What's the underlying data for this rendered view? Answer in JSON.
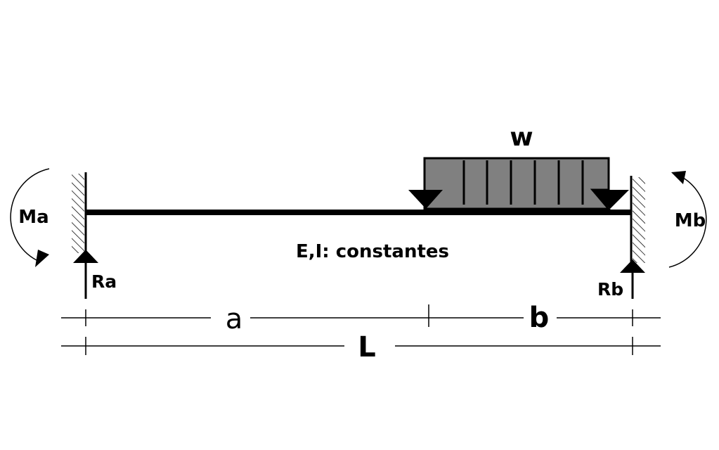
{
  "labels": {
    "load": "w",
    "properties": "E,I: constantes",
    "moment_left": "Ma",
    "moment_right": "Mb",
    "reaction_left": "Ra",
    "reaction_right": "Rb",
    "dim_a": "a",
    "dim_b": "b",
    "dim_L": "L"
  },
  "colors": {
    "line": "#000000",
    "load_fill": "#808080",
    "background": "#ffffff"
  }
}
